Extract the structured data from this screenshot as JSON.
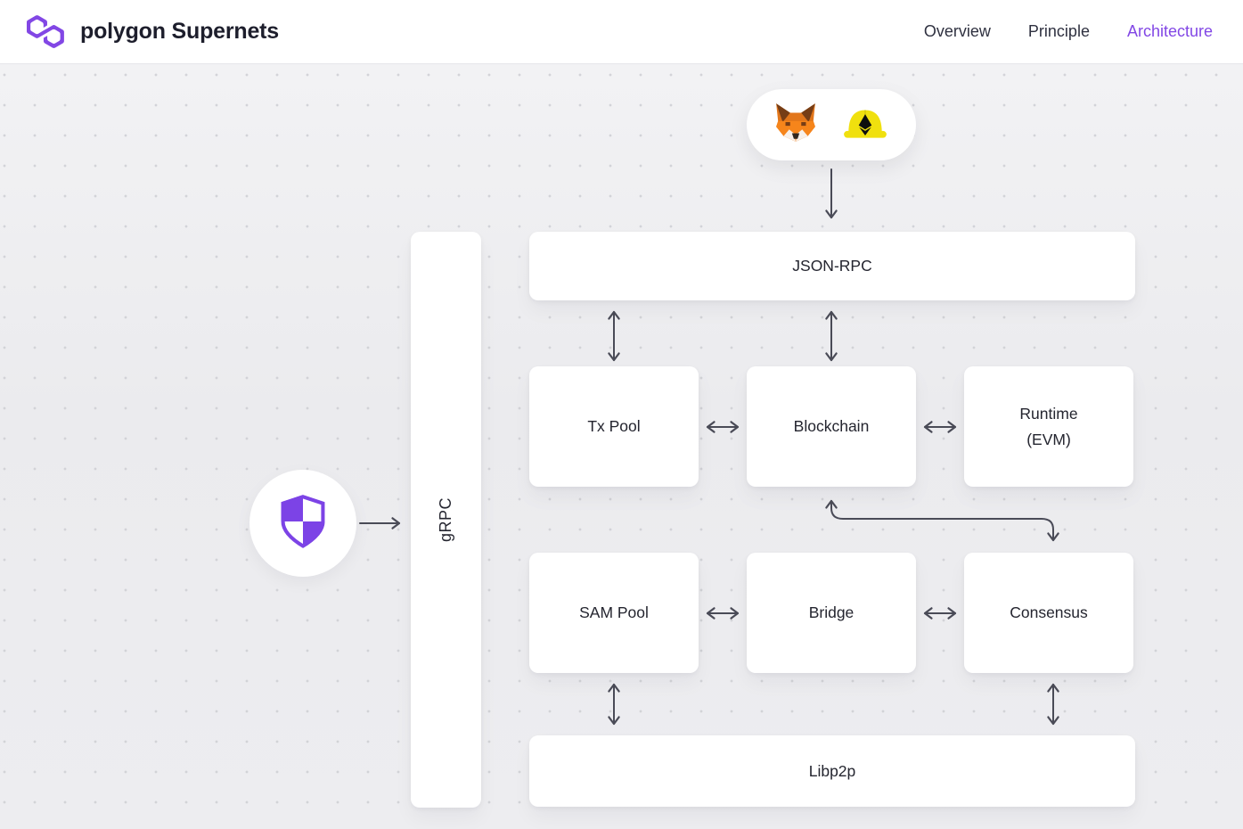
{
  "header": {
    "brand": "polygon Supernets",
    "nav": [
      {
        "label": "Overview",
        "active": false
      },
      {
        "label": "Principle",
        "active": false
      },
      {
        "label": "Architecture",
        "active": true
      }
    ]
  },
  "diagram": {
    "nodes": {
      "json_rpc": "JSON-RPC",
      "tx_pool": "Tx Pool",
      "blockchain": "Blockchain",
      "runtime_line1": "Runtime",
      "runtime_line2": "(EVM)",
      "sam_pool": "SAM Pool",
      "bridge": "Bridge",
      "consensus": "Consensus",
      "libp2p": "Libp2p",
      "grpc": "gRPC"
    },
    "icons": {
      "header_logo": "polygon-logo-icon",
      "pill": [
        "metamask-fox-icon",
        "hardhat-icon"
      ],
      "badge": "shield-icon"
    }
  },
  "colors": {
    "accent_purple": "#8247E5",
    "arrow": "#4A4B57",
    "canvas_bg": "#ECECEF",
    "node_bg": "#FFFFFF",
    "text_dark": "#1D1E2C"
  }
}
